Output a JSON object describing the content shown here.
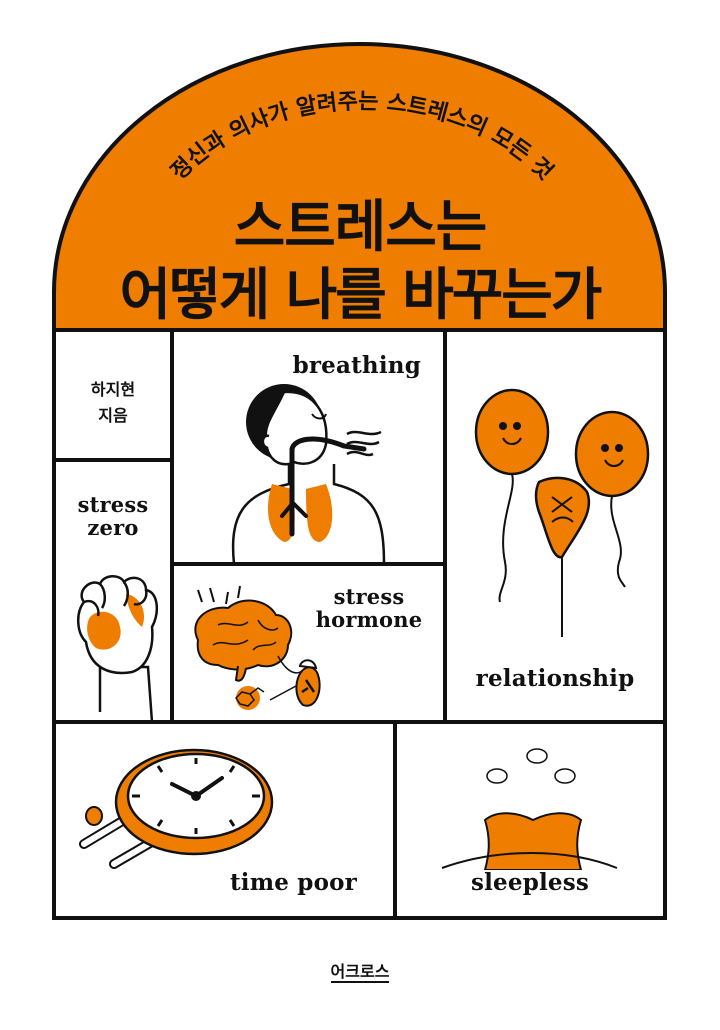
{
  "cover": {
    "subtitle_arc": "정신과 의사가 알려주는 스트레스의 모든 것",
    "title_line1": "스트레스는",
    "title_line2": "어떻게 나를 바꾸는가",
    "author": "하지현",
    "author_role": "지음",
    "publisher": "어크로스",
    "colors": {
      "accent": "#EE7D00",
      "ink": "#111111",
      "background": "#FFFFFF"
    }
  },
  "panels": [
    {
      "id": "author",
      "label": ""
    },
    {
      "id": "breathing",
      "label": "breathing",
      "icon": "breathing-lungs-icon"
    },
    {
      "id": "relationship",
      "label": "relationship",
      "icon": "balloons-icon"
    },
    {
      "id": "stress-zero",
      "label_line1": "stress",
      "label_line2": "zero",
      "icon": "fist-squeeze-ball-icon"
    },
    {
      "id": "stress-hormone",
      "label_line1": "stress",
      "label_line2": "hormone",
      "icon": "brain-adrenal-icon"
    },
    {
      "id": "time-poor",
      "label": "time poor",
      "icon": "clock-cigarettes-icon"
    },
    {
      "id": "sleepless",
      "label": "sleepless",
      "icon": "pillow-sheep-icon"
    }
  ]
}
